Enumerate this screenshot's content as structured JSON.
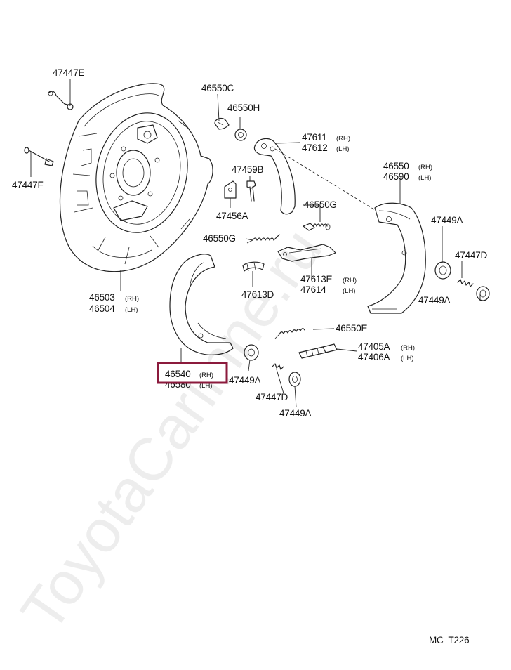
{
  "watermark": "ToyotaCarlinne.ru",
  "footer_code": "MC  T226",
  "highlight_color": "#8b1a3c",
  "parts": {
    "p47447E": "47447E",
    "p47447F": "47447F",
    "p46503": "46503",
    "p46504": "46504",
    "p46550C": "46550C",
    "p46550H": "46550H",
    "p47611": "47611",
    "p47612": "47612",
    "p47459B": "47459B",
    "p47456A": "47456A",
    "p46550G_a": "46550G",
    "p46550G_b": "46550G",
    "p46550": "46550",
    "p46590": "46590",
    "p47613D": "47613D",
    "p47613E": "47613E",
    "p47614": "47614",
    "p47449A_a": "47449A",
    "p47447D_a": "47447D",
    "p47449A_b": "47449A",
    "p46550E": "46550E",
    "p47405A": "47405A",
    "p47406A": "47406A",
    "p46540": "46540",
    "p46580": "46580",
    "p47449A_c": "47449A",
    "p47447D_b": "47447D",
    "p47449A_d": "47449A"
  },
  "side": {
    "rh": "(RH)",
    "lh": "(LH)"
  }
}
